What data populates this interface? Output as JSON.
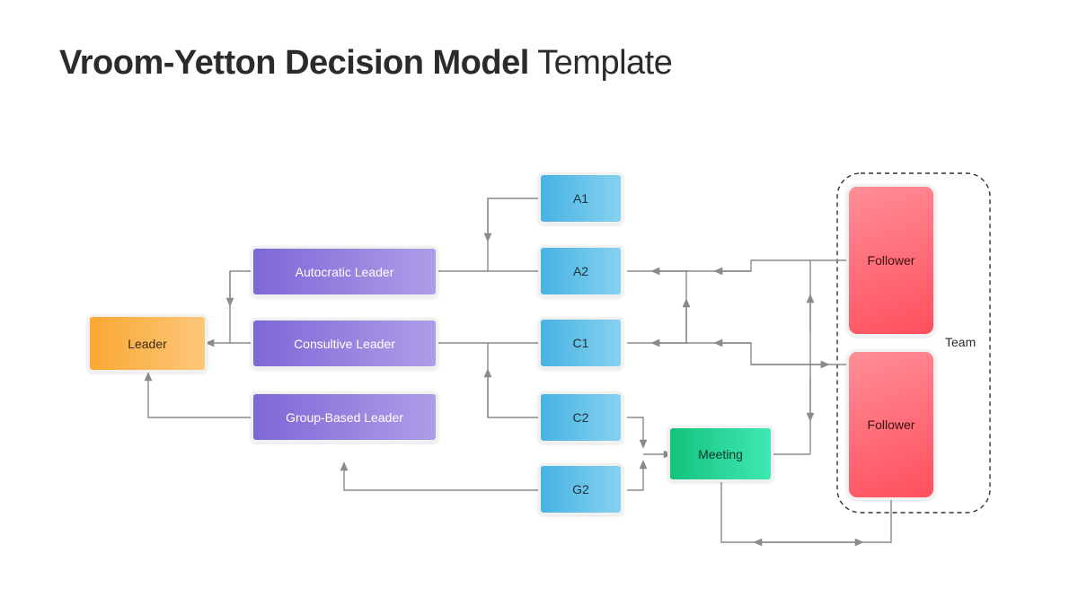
{
  "title": {
    "bold_part": "Vroom-Yetton Decision Model",
    "light_part": "Template"
  },
  "nodes": {
    "leader": "Leader",
    "autocratic_leader": "Autocratic Leader",
    "consultive_leader": "Consultive  Leader",
    "group_based_leader": "Group-Based Leader",
    "a1": "A1",
    "a2": "A2",
    "c1": "C1",
    "c2": "C2",
    "g2": "G2",
    "meeting": "Meeting",
    "follower_1": "Follower",
    "follower_2": "Follower"
  },
  "team_label": "Team",
  "colors": {
    "leader": "#f9a833",
    "leadership_styles": "#7e67d6",
    "decision_codes": "#47b3e2",
    "meeting": "#14c37d",
    "followers": "#ff4f5d",
    "connector": "#8a8a8a"
  }
}
